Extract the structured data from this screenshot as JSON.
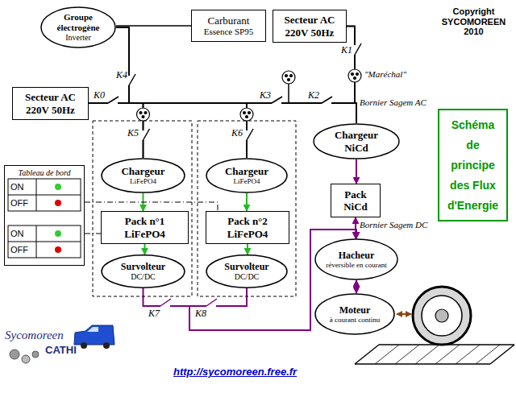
{
  "diagram": {
    "title": "Schéma de principe des Flux d'Energie",
    "nodes": [
      {
        "text": [
          "Groupe électrogène",
          "Inverter"
        ]
      },
      {
        "text": [
          "Carburant",
          "Essence SP95"
        ]
      },
      {
        "text": [
          "Secteur AC",
          "220V 50Hz"
        ]
      },
      {
        "text": [
          "Secteur AC",
          "220V 50Hz"
        ]
      },
      {
        "text": [
          "Tableau de bord"
        ]
      },
      {
        "text": [
          "Chargeur",
          "LiFePO4"
        ]
      },
      {
        "text": [
          "Chargeur",
          "LiFePO4"
        ]
      },
      {
        "text": [
          "Pack n°1 LiFePO4"
        ]
      },
      {
        "text": [
          "Pack n°2 LiFePO4"
        ]
      },
      {
        "text": [
          "Survolteur",
          "DC/DC"
        ]
      },
      {
        "text": [
          "Survolteur",
          "DC/DC"
        ]
      },
      {
        "text": [
          "Chargeur NiCd"
        ]
      },
      {
        "text": [
          "Pack NiCd"
        ]
      },
      {
        "text": [
          "Hacheur",
          "réversible en courant"
        ]
      },
      {
        "text": [
          "Moteur",
          "à courant continu"
        ]
      }
    ],
    "edges": [
      {
        "from": 1,
        "to": 0,
        "arrow": "none"
      },
      {
        "from": 0,
        "to": 5,
        "arrow": "none"
      },
      {
        "from": 0,
        "to": 6,
        "arrow": "none"
      },
      {
        "from": 0,
        "to": 11,
        "arrow": "none"
      },
      {
        "from": 3,
        "to": 5,
        "arrow": "none"
      },
      {
        "from": 3,
        "to": 6,
        "arrow": "none"
      },
      {
        "from": 3,
        "to": 11,
        "arrow": "none"
      },
      {
        "from": 2,
        "to": 5,
        "arrow": "none"
      },
      {
        "from": 2,
        "to": 6,
        "arrow": "none"
      },
      {
        "from": 2,
        "to": 11,
        "arrow": "none"
      },
      {
        "from": 5,
        "to": 7,
        "arrow": "to"
      },
      {
        "from": 6,
        "to": 8,
        "arrow": "to"
      },
      {
        "from": 7,
        "to": 9,
        "arrow": "to"
      },
      {
        "from": 8,
        "to": 10,
        "arrow": "to"
      },
      {
        "from": 4,
        "to": 8,
        "arrow": "none"
      },
      {
        "from": 4,
        "to": 7,
        "arrow": "none"
      },
      {
        "from": 11,
        "to": 12,
        "arrow": "to"
      },
      {
        "from": 12,
        "to": 13,
        "arrow": "both"
      },
      {
        "from": 9,
        "to": 13,
        "arrow": "to"
      },
      {
        "from": 10,
        "to": 13,
        "arrow": "to"
      },
      {
        "from": 13,
        "to": 14,
        "arrow": "both"
      }
    ],
    "labels": [
      "K4",
      "K1",
      "\"Maréchal\"",
      "K0",
      "K3",
      "K2",
      "Bornier Sagem AC",
      "K5",
      "K6",
      "ON",
      "OFF",
      "ON",
      "OFF",
      "Bornier Sagem DC",
      "K7",
      "K8",
      "Copyright SYCOMOREEN 2010",
      "Sycomoreen",
      "CATHI",
      "http://sycomoreen.free.fr"
    ]
  }
}
